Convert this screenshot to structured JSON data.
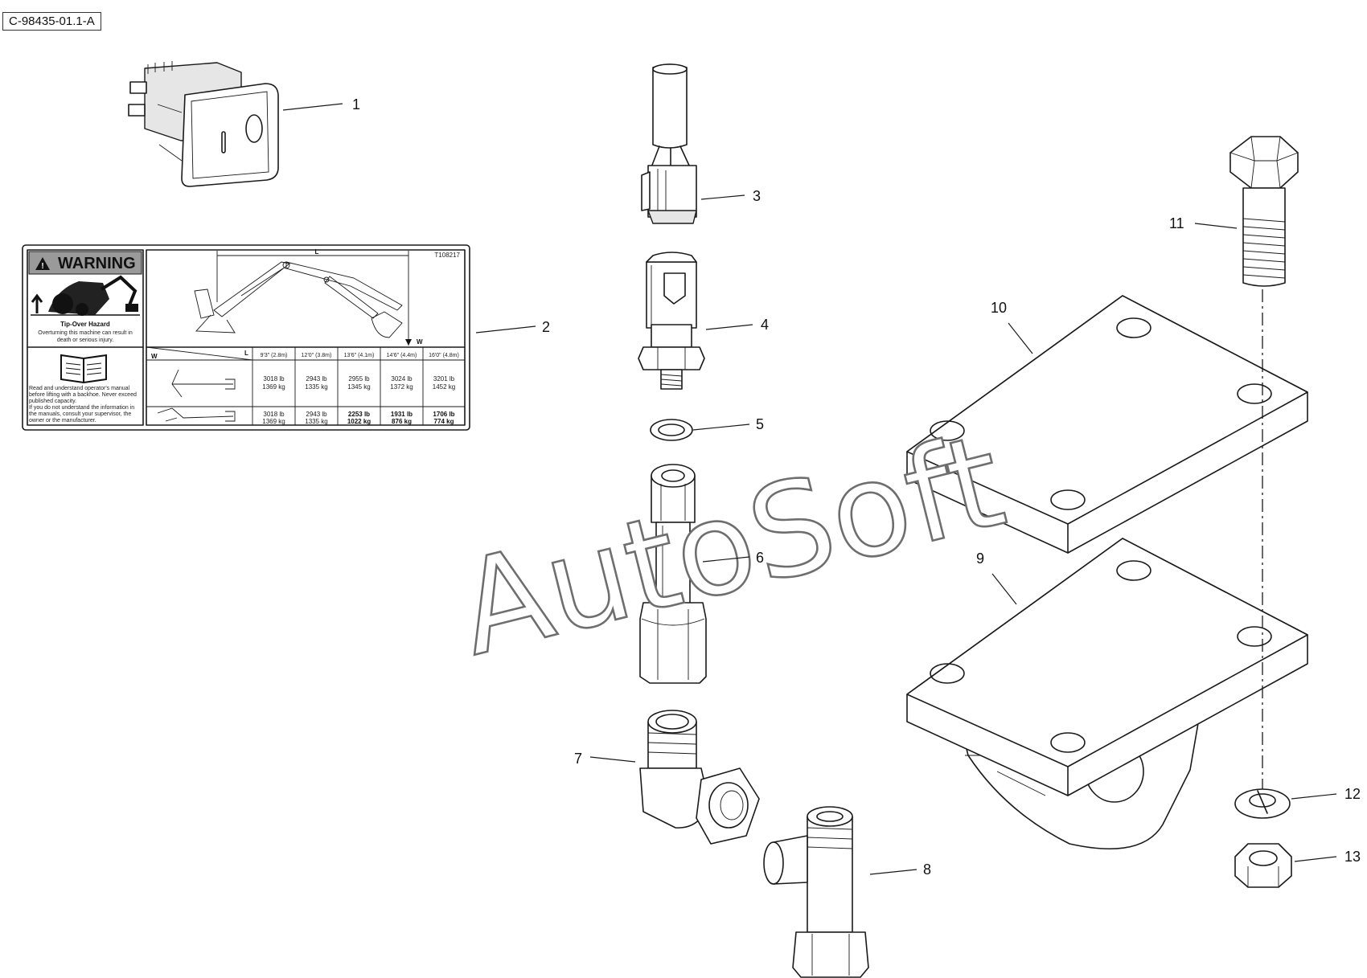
{
  "drawing_id": "C-98435-01.1-A",
  "watermark": "AutoSoft",
  "decal": {
    "warning_title": "WARNING",
    "part_code": "T108217",
    "dimension_L": "L",
    "dimension_W": "W",
    "hazard_title": "Tip-Over Hazard",
    "hazard_lines": [
      "Overturning this machine can result in",
      "death or serious injury."
    ],
    "manual_lines": [
      "Read and understand operator's manual",
      "before lifting with a backhoe.  Never exceed",
      "published capacity.",
      "If you do not understand the information in",
      "the manuals, consult your supervisor, the",
      "owner or the manufacturer."
    ],
    "table": {
      "corner_w": "W",
      "corner_l": "L",
      "columns": [
        "9'3\" (2.8m)",
        "12'0\" (3.8m)",
        "13'6\" (4.1m)",
        "14'6\" (4.4m)",
        "16'0\" (4.8m)"
      ],
      "rows": [
        {
          "lb": [
            "3018 lb",
            "2943 lb",
            "2955 lb",
            "3024 lb",
            "3201 lb"
          ],
          "kg": [
            "1369 kg",
            "1335 kg",
            "1345 kg",
            "1372 kg",
            "1452 kg"
          ],
          "bold": [
            false,
            false,
            false,
            false,
            false
          ]
        },
        {
          "lb": [
            "3018 lb",
            "2943 lb",
            "2253 lb",
            "1931 lb",
            "1706 lb"
          ],
          "kg": [
            "1369 kg",
            "1335 kg",
            "1022 kg",
            "876 kg",
            "774 kg"
          ],
          "bold": [
            false,
            false,
            true,
            true,
            true
          ]
        }
      ]
    }
  },
  "callouts": {
    "n1": "1",
    "n2": "2",
    "n3": "3",
    "n4": "4",
    "n5": "5",
    "n6": "6",
    "n7": "7",
    "n8": "8",
    "n9": "9",
    "n10": "10",
    "n11": "11",
    "n12": "12",
    "n13": "13"
  }
}
